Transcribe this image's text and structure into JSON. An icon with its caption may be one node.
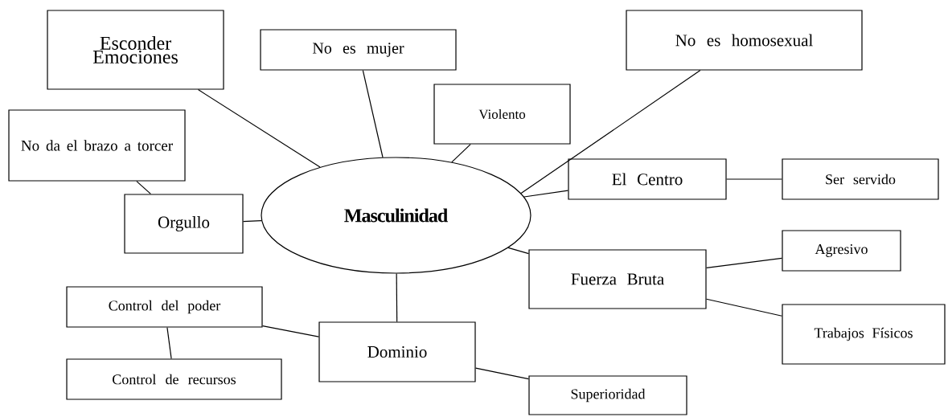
{
  "diagram": {
    "nodes": [
      {
        "text": [
          "Masculinidad"
        ]
      },
      {
        "text": [
          "Esconder Emociones"
        ]
      },
      {
        "text": [
          "No es mujer"
        ]
      },
      {
        "text": [
          "No es homosexual"
        ]
      },
      {
        "text": [
          "Violento"
        ]
      },
      {
        "text": [
          "No da el brazo a torcer"
        ]
      },
      {
        "text": [
          "Orgullo"
        ]
      },
      {
        "text": [
          "El Centro"
        ]
      },
      {
        "text": [
          "Ser servido"
        ]
      },
      {
        "text": [
          "Agresivo"
        ]
      },
      {
        "text": [
          "Fuerza Bruta"
        ]
      },
      {
        "text": [
          "Trabajos Físicos"
        ]
      },
      {
        "text": [
          "Control del poder"
        ]
      },
      {
        "text": [
          "Control de recursos"
        ]
      },
      {
        "text": [
          "Dominio"
        ]
      },
      {
        "text": [
          "Superioridad"
        ]
      }
    ],
    "edges": [
      {
        "from": 0,
        "to": 1,
        "arrow": "none"
      },
      {
        "from": 0,
        "to": 2,
        "arrow": "none"
      },
      {
        "from": 0,
        "to": 4,
        "arrow": "none"
      },
      {
        "from": 0,
        "to": 3,
        "arrow": "none"
      },
      {
        "from": 0,
        "to": 7,
        "arrow": "none"
      },
      {
        "from": 7,
        "to": 8,
        "arrow": "none"
      },
      {
        "from": 0,
        "to": 6,
        "arrow": "none"
      },
      {
        "from": 6,
        "to": 5,
        "arrow": "none"
      },
      {
        "from": 0,
        "to": 10,
        "arrow": "none"
      },
      {
        "from": 10,
        "to": 9,
        "arrow": "none"
      },
      {
        "from": 10,
        "to": 11,
        "arrow": "none"
      },
      {
        "from": 0,
        "to": 14,
        "arrow": "none"
      },
      {
        "from": 14,
        "to": 12,
        "arrow": "none"
      },
      {
        "from": 12,
        "to": 13,
        "arrow": "none"
      },
      {
        "from": 14,
        "to": 15,
        "arrow": "none"
      }
    ]
  }
}
